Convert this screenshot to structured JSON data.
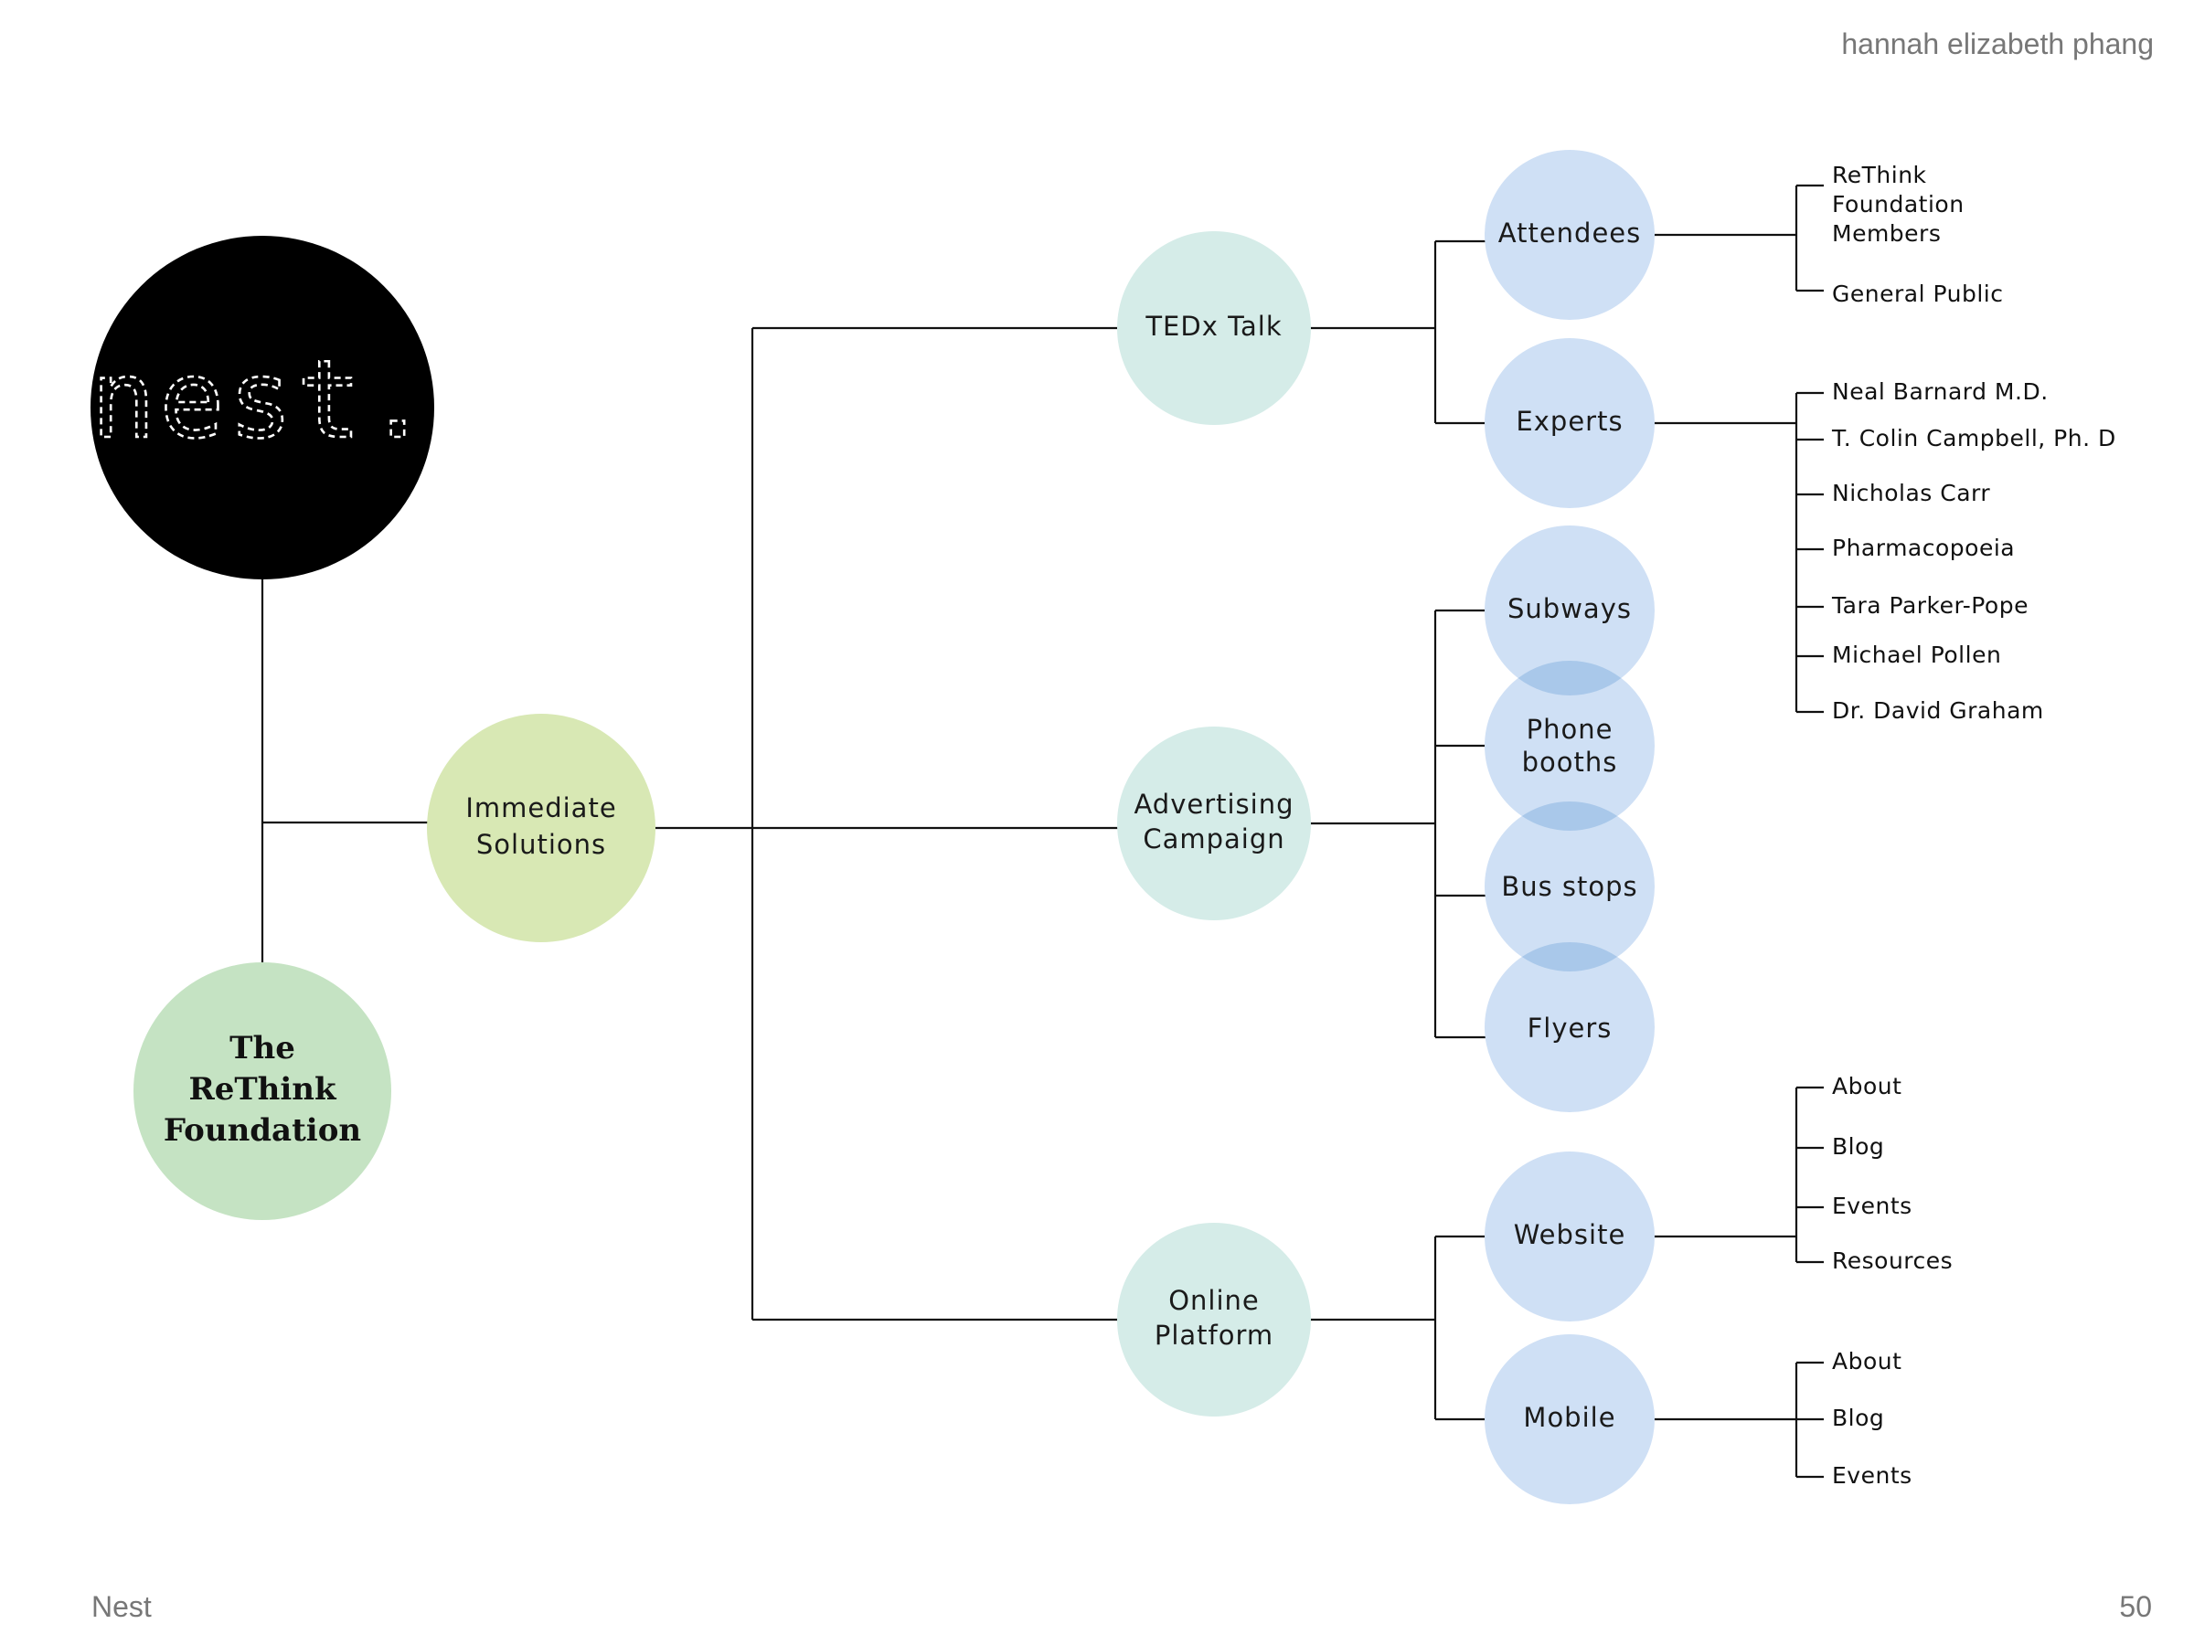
{
  "header": {
    "author": "hannah elizabeth phang"
  },
  "footer": {
    "project": "Nest",
    "page_number": "50"
  },
  "colors": {
    "logo_fill": "#000000",
    "foundation_fill": "#c5e3c3",
    "immediate_fill": "#d8e8b4",
    "category_fill": "#d5ece8",
    "channel_fill": "#cfe0f5",
    "overlap_fill": "#a9c8ea"
  },
  "logo": {
    "text": "nest."
  },
  "foundation": {
    "lines": [
      "The",
      "ReThink",
      "Foundation"
    ]
  },
  "immediate": {
    "lines": [
      "Immediate",
      "Solutions"
    ]
  },
  "categories": {
    "tedx": {
      "lines": [
        "TEDx Talk"
      ]
    },
    "advertising": {
      "lines": [
        "Advertising",
        "Campaign"
      ]
    },
    "online": {
      "lines": [
        "Online",
        "Platform"
      ]
    }
  },
  "channels": {
    "attendees": {
      "lines": [
        "Attendees"
      ]
    },
    "experts": {
      "lines": [
        "Experts"
      ]
    },
    "subways": {
      "lines": [
        "Subways"
      ]
    },
    "phone_booths": {
      "lines": [
        "Phone",
        "booths"
      ]
    },
    "bus_stops": {
      "lines": [
        "Bus stops"
      ]
    },
    "flyers": {
      "lines": [
        "Flyers"
      ]
    },
    "website": {
      "lines": [
        "Website"
      ]
    },
    "mobile": {
      "lines": [
        "Mobile"
      ]
    }
  },
  "leaves": {
    "attendees": [
      {
        "lines": [
          "ReThink",
          "Foundation",
          "Members"
        ]
      },
      {
        "lines": [
          "General Public"
        ]
      }
    ],
    "experts": [
      "Neal Barnard M.D.",
      "T. Colin Campbell, Ph. D",
      "Nicholas Carr",
      "Pharmacopoeia",
      "Tara Parker-Pope",
      "Michael Pollen",
      "Dr. David Graham"
    ],
    "website": [
      "About",
      "Blog",
      "Events",
      "Resources"
    ],
    "mobile": [
      "About",
      "Blog",
      "Events"
    ]
  }
}
